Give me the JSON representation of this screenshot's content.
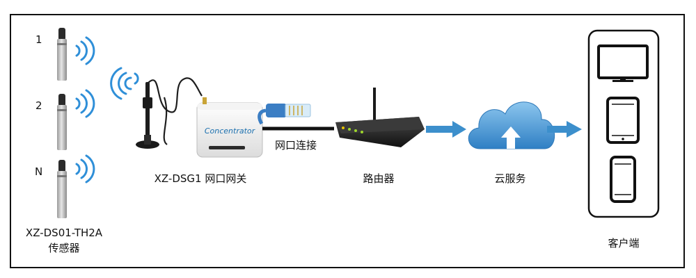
{
  "sensors": {
    "items": [
      {
        "label": "1"
      },
      {
        "label": "2"
      },
      {
        "label": "N"
      }
    ],
    "caption_model": "XZ-DS01-TH2A",
    "caption_name": "传感器"
  },
  "gateway": {
    "brand_text": "Concentrator",
    "label": "XZ-DSG1 网口网关"
  },
  "connection": {
    "label": "网口连接"
  },
  "router": {
    "label": "路由器"
  },
  "cloud": {
    "label": "云服务"
  },
  "client": {
    "label": "客户端"
  },
  "colors": {
    "arrow": "#3c8fcc",
    "signal": "#2f8fd8",
    "cloud": "#4a9cd6",
    "device_dark": "#222222"
  }
}
